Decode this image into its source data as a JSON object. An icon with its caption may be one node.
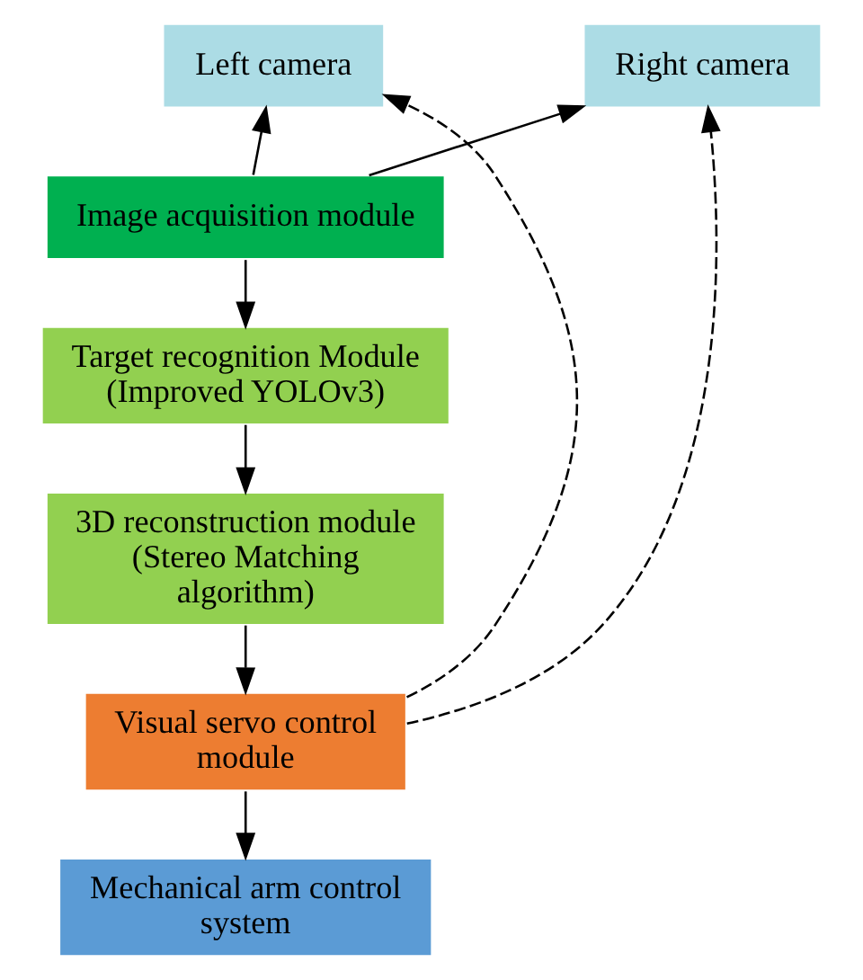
{
  "diagram": {
    "nodes": [
      {
        "text": [
          "Left camera"
        ]
      },
      {
        "text": [
          "Right camera"
        ]
      },
      {
        "text": [
          "Image acquisition module"
        ]
      },
      {
        "text": [
          "Target recognition Module (Improved YOLOv3)"
        ]
      },
      {
        "text": [
          "3D reconstruction module (Stereo Matching algorithm)"
        ]
      },
      {
        "text": [
          "Visual servo control module"
        ]
      },
      {
        "text": [
          "Mechanical arm control system"
        ]
      }
    ],
    "edges": [
      {
        "from": 2,
        "to": 0,
        "arrow": "to"
      },
      {
        "from": 2,
        "to": 1,
        "arrow": "to"
      },
      {
        "from": 2,
        "to": 3,
        "arrow": "to"
      },
      {
        "from": 3,
        "to": 4,
        "arrow": "to"
      },
      {
        "from": 4,
        "to": 5,
        "arrow": "to"
      },
      {
        "from": 5,
        "to": 6,
        "arrow": "to"
      },
      {
        "from": 5,
        "to": 0,
        "arrow": "to",
        "style": "dashed"
      },
      {
        "from": 5,
        "to": 1,
        "arrow": "to",
        "style": "dashed"
      }
    ]
  }
}
